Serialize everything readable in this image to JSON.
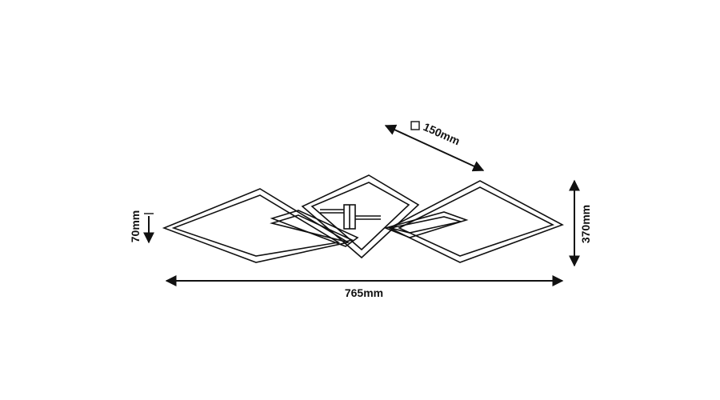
{
  "dimensions": {
    "module_label": "150mm",
    "height_label": "70mm",
    "depth_label": "370mm",
    "width_label": "765mm"
  },
  "colors": {
    "line": "#111111",
    "background": "#ffffff"
  }
}
